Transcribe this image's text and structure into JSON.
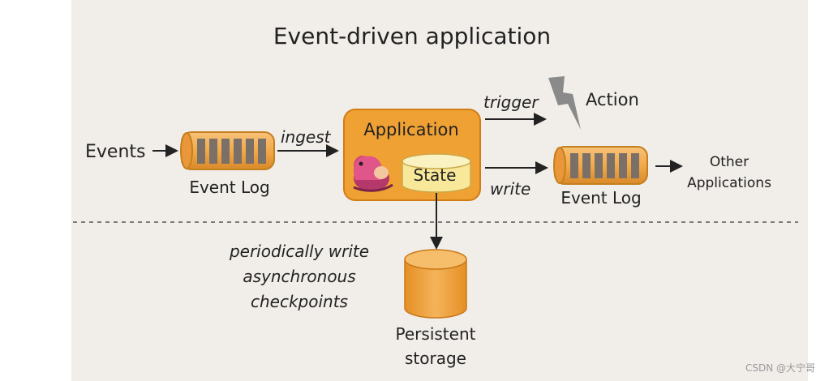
{
  "title": "Event-driven application",
  "labels": {
    "events": "Events",
    "ingest": "ingest",
    "event_log_left": "Event Log",
    "application": "Application",
    "state": "State",
    "trigger": "trigger",
    "action": "Action",
    "write": "write",
    "event_log_right": "Event Log",
    "other_applications_line1": "Other",
    "other_applications_line2": "Applications",
    "checkpoint_line1": "periodically write",
    "checkpoint_line2": "asynchronous",
    "checkpoints_line3": "checkpoints",
    "persistent_storage_line1": "Persistent",
    "persistent_storage_line2": "storage"
  },
  "watermark": "CSDN @大宁哥",
  "colors": {
    "panel_background": "#f1eeea",
    "page_background": "#ffffff",
    "log_fill": "#f2a94a",
    "log_stripe": "#7a7068",
    "application_fill": "#f0a133",
    "application_border": "#d27c15",
    "state_fill": "#f8e89a",
    "storage_fill": "#f2a640",
    "lightning": "#8a8a8a",
    "text": "#222222",
    "arrow": "#222222"
  }
}
